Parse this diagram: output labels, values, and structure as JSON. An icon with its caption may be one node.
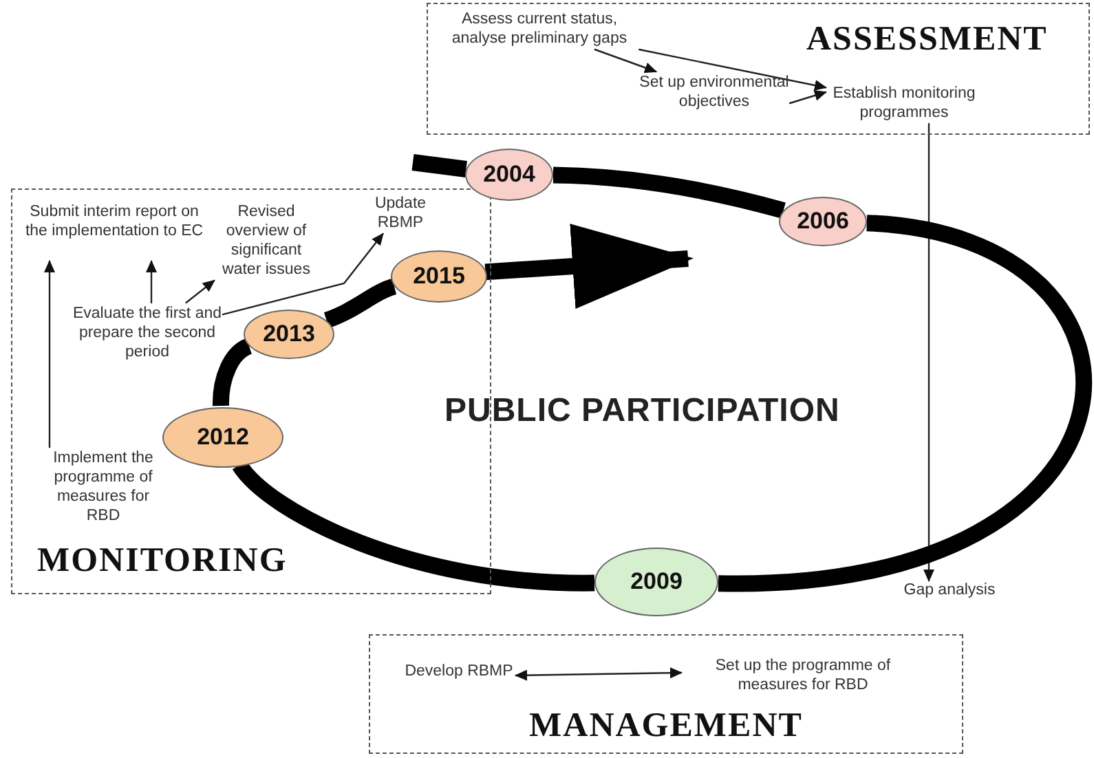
{
  "diagram": {
    "nodes": [
      {
        "text": [
          "ASSESSMENT"
        ]
      },
      {
        "text": [
          "Assess current status, analyse preliminary gaps"
        ],
        "in": 0
      },
      {
        "text": [
          "Set up environmental objectives"
        ],
        "in": 0
      },
      {
        "text": [
          "Establish monitoring programmes"
        ],
        "in": 0
      },
      {
        "text": [
          "MONITORING"
        ]
      },
      {
        "text": [
          "Submit interim report on the implementation to EC"
        ],
        "in": 4
      },
      {
        "text": [
          "Revised overview of significant water issues"
        ],
        "in": 4
      },
      {
        "text": [
          "Update RBMP"
        ],
        "in": 4
      },
      {
        "text": [
          "Evaluate the first and prepare the second period"
        ],
        "in": 4
      },
      {
        "text": [
          "Implement the programme of measures for RBD"
        ],
        "in": 4
      },
      {
        "text": [
          "MANAGEMENT"
        ]
      },
      {
        "text": [
          "Develop RBMP"
        ],
        "in": 10
      },
      {
        "text": [
          "Set up the programme of measures for RBD"
        ],
        "in": 10
      },
      {
        "text": [
          "Gap analysis"
        ]
      },
      {
        "text": [
          "2004"
        ]
      },
      {
        "text": [
          "2006"
        ]
      },
      {
        "text": [
          "2009"
        ]
      },
      {
        "text": [
          "2012"
        ],
        "in": 4
      },
      {
        "text": [
          "2013"
        ],
        "in": 4
      },
      {
        "text": [
          "2015"
        ],
        "in": 4
      }
    ],
    "edges": [
      {
        "from": 1,
        "to": 2,
        "arrow": "to"
      },
      {
        "from": 1,
        "to": 3,
        "arrow": "to"
      },
      {
        "from": 2,
        "to": 3,
        "arrow": "to"
      },
      {
        "from": 3,
        "to": 13,
        "arrow": "to"
      },
      {
        "from": 9,
        "to": 5,
        "arrow": "to"
      },
      {
        "from": 8,
        "to": 5,
        "arrow": "to"
      },
      {
        "from": 8,
        "to": 6,
        "arrow": "to"
      },
      {
        "from": 8,
        "to": 7,
        "arrow": "to"
      },
      {
        "from": 11,
        "to": 12,
        "arrow": "both"
      },
      {
        "from": null,
        "to": 14,
        "arrow": "none",
        "style": "thick"
      },
      {
        "from": 14,
        "to": 15,
        "arrow": "none",
        "style": "thick"
      },
      {
        "from": 15,
        "to": 16,
        "arrow": "none",
        "style": "thick"
      },
      {
        "from": 16,
        "to": 17,
        "arrow": "none",
        "style": "thick"
      },
      {
        "from": 17,
        "to": 18,
        "arrow": "none",
        "style": "thick"
      },
      {
        "from": 18,
        "to": 19,
        "arrow": "none",
        "style": "thick"
      },
      {
        "from": 19,
        "to": null,
        "arrow": "to",
        "style": "thick"
      }
    ],
    "labels": [
      "PUBLIC PARTICIPATION"
    ]
  }
}
